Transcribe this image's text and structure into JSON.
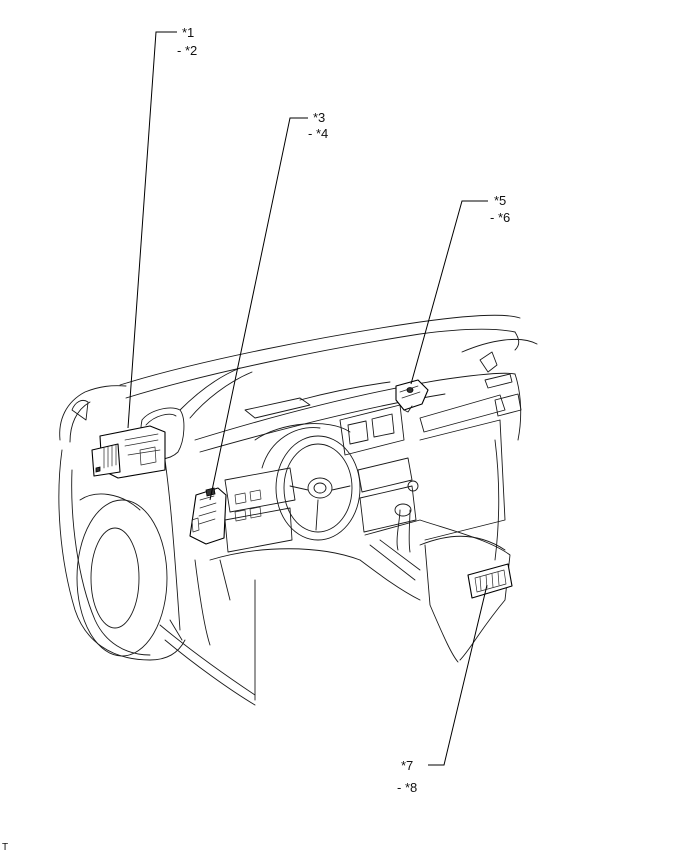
{
  "callouts": {
    "c1": {
      "primary": "*1",
      "secondary": "- *2"
    },
    "c3": {
      "primary": "*3",
      "secondary": "- *4"
    },
    "c5": {
      "primary": "*5",
      "secondary": "- *6"
    },
    "c7": {
      "primary": "*7",
      "secondary": "- *8"
    }
  },
  "corner_mark": "T"
}
